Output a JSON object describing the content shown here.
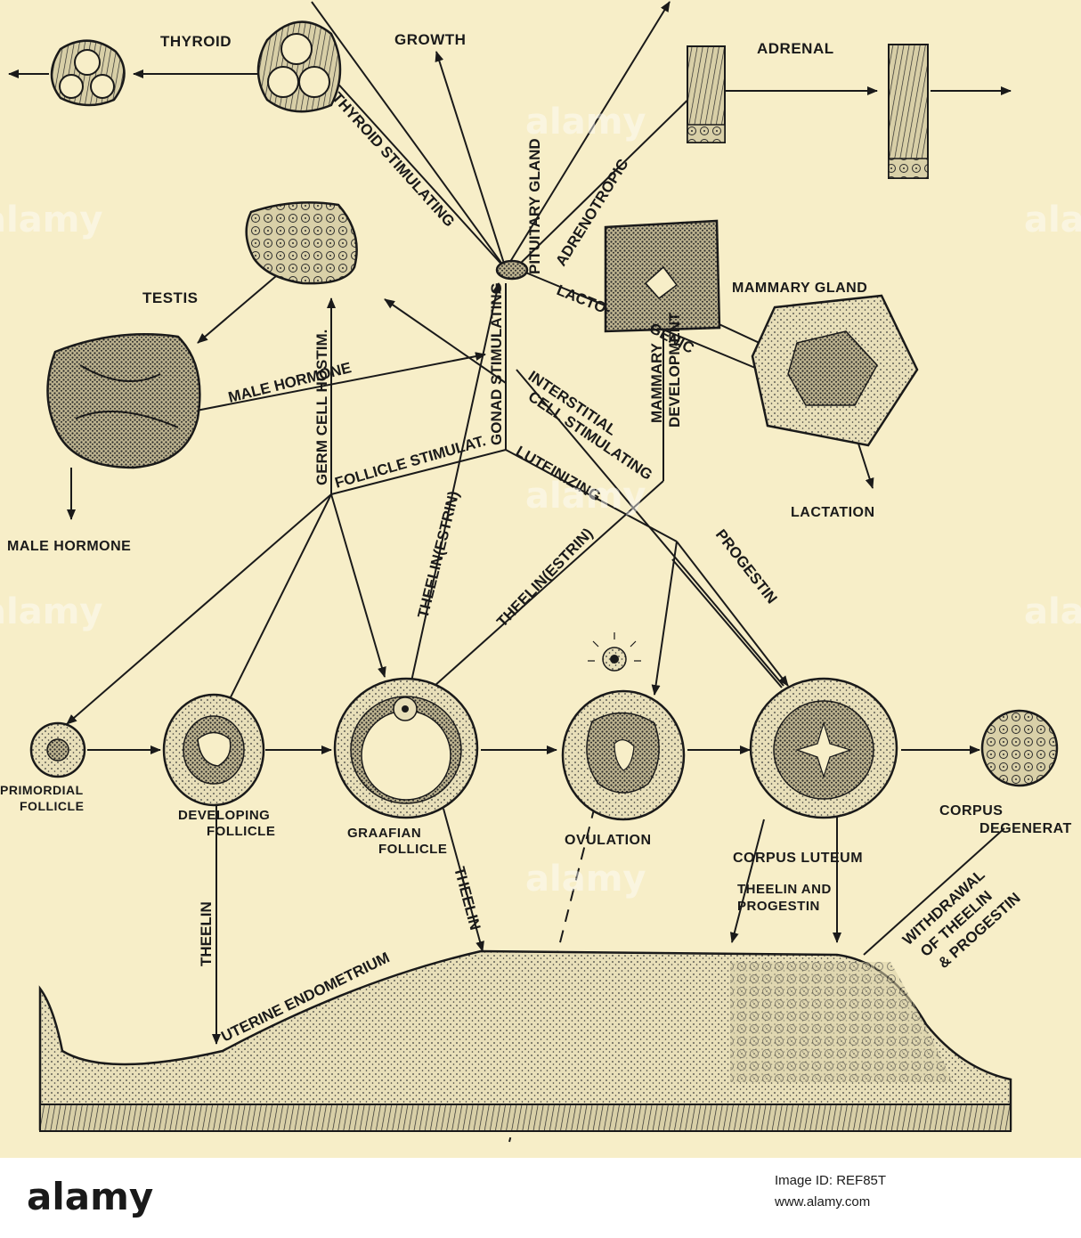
{
  "labels": {
    "thyroid": "THYROID",
    "growth": "GROWTH",
    "adrenal": "ADRENAL",
    "testis": "TESTIS",
    "mammary_gland": "MAMMARY GLAND",
    "male_hormone": "MALE HORMONE",
    "lactation": "LACTATION",
    "primordial_1": "PRIMORDIAL",
    "primordial_2": "FOLLICLE",
    "developing_1": "DEVELOPING",
    "developing_2": "FOLLICLE",
    "graafian_1": "GRAAFIAN",
    "graafian_2": "FOLLICLE",
    "ovulation": "OVULATION",
    "corpus_luteum": "CORPUS LUTEUM",
    "corpus_degen_1": "CORPUS",
    "corpus_degen_2": "DEGENERAT",
    "theelin_progestin_1": "THEELIN AND",
    "theelin_progestin_2": "PROGESTIN"
  },
  "pathways": {
    "thyroid_stimulating": "THYROID STIMULATING",
    "pituitary_gland": "PITUITARY GLAND",
    "adrenotropic": "ADRENOTROPIC",
    "lacto": "LACTO-",
    "genic": "GENIC",
    "male_hormone_arrow": "MALE HORMONE",
    "germ_cell_hostim": "GERM CELL HOSTIM.",
    "gonad_stimulating": "GONAD STIMULATING",
    "interstitial": "INTERSTITIAL",
    "cell_stimulating": "CELL STIMULATING",
    "mammary": "MAMMARY",
    "development": "DEVELOPMENT",
    "follicle_stimulat": "FOLLICLE STIMULAT.",
    "theelin_estrin_1": "THEELIN(ESTRIN)",
    "theelin_estrin_2": "THEELIN(ESTRIN)",
    "luteinizing": "LUTEINIZING",
    "progestin": "PROGESTIN",
    "theelin_1": "THEELIN",
    "theelin_2": "THEELIN",
    "uterine_endometrium": "UTERINE ENDOMETRIUM",
    "withdrawal": "WITHDRAWAL",
    "of_theelin": "OF THEELIN",
    "and_progestin": "& PROGESTIN"
  },
  "watermark": {
    "text": "alamy",
    "footer_logo": "alamy",
    "footer_caption": "Image ID: REF85T",
    "footer_url": "www.alamy.com"
  },
  "colors": {
    "paper": "#f7eec8",
    "ink": "#1a1a1a",
    "tissue_fill": "#e2d9b3"
  }
}
